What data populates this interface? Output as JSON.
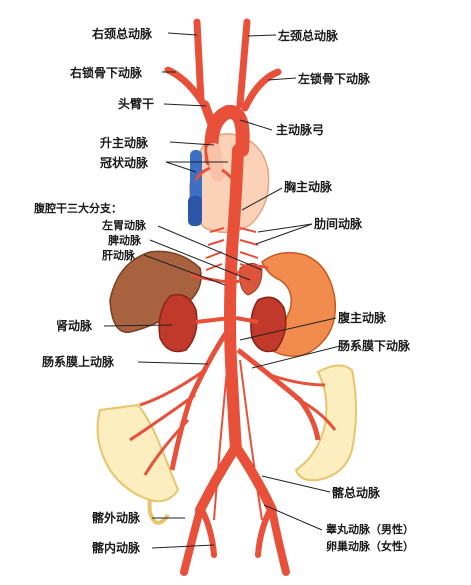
{
  "labels": {
    "right_common_carotid": "右颈总动脉",
    "left_common_carotid": "左颈总动脉",
    "right_subclavian": "右锁骨下动脉",
    "left_subclavian": "左锁骨下动脉",
    "brachiocephalic_trunk": "头臂干",
    "aortic_arch": "主动脉弓",
    "ascending_aorta": "升主动脉",
    "coronary_arteries": "冠状动脉",
    "thoracic_aorta": "胸主动脉",
    "celiac_trunk_header": "腹腔干三大分支：",
    "left_gastric": "左胃动脉",
    "splenic": "脾动脉",
    "hepatic": "肝动脉",
    "intercostal": "肋间动脉",
    "renal": "肾动脉",
    "abdominal_aorta": "腹主动脉",
    "inferior_mesenteric": "肠系膜下动脉",
    "superior_mesenteric": "肠系膜上动脉",
    "common_iliac": "髂总动脉",
    "external_iliac": "髂外动脉",
    "internal_iliac": "髂内动脉",
    "testicular": "睾丸动脉（男性）",
    "ovarian": "卵巢动脉（女性）"
  },
  "colors": {
    "artery": "#e8503a",
    "artery_dark": "#c43a28",
    "aorta_light": "#f7c2a8",
    "heart": "#fbd2b8",
    "liver": "#a8623f",
    "kidney": "#c0392b",
    "intestine": "#fdeec0",
    "vein_blue": "#3d6fc4",
    "leader": "#222222"
  }
}
